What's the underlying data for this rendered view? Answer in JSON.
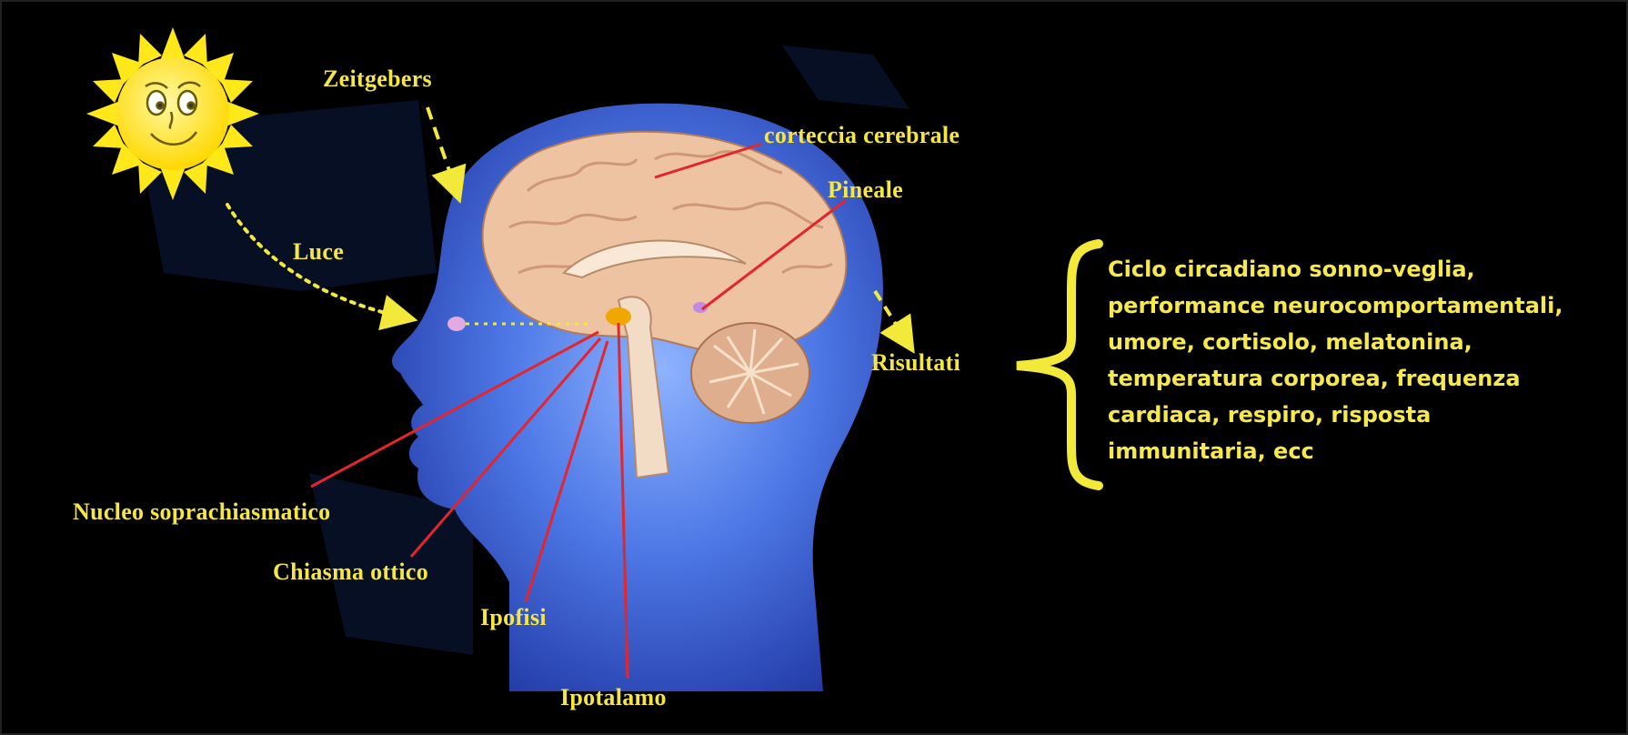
{
  "colors": {
    "background": "#000000",
    "label": "#f5e642",
    "pointer_line": "#e3262d",
    "arrow": "#f2e93a",
    "head": "#3f63d8",
    "brain": "#eec3a2",
    "sun": "#ffe81a"
  },
  "icons": {
    "sun": "smiling-sun-icon",
    "head": "human-head-profile",
    "brain": "brain-sagittal-section"
  },
  "labels": {
    "zeitgebers": "Zeitgebers",
    "luce": "Luce",
    "corteccia": "corteccia cerebrale",
    "pineale": "Pineale",
    "risultati": "Risultati",
    "nucleo": "Nucleo soprachiasmatico",
    "chiasma": "Chiasma ottico",
    "ipofisi": "Ipofisi",
    "ipotalamo": "Ipotalamo"
  },
  "outcomes": {
    "lines": [
      "Ciclo circadiano sonno-veglia,",
      "performance neurocomportamentali,",
      "umore, cortisolo, melatonina,",
      "temperatura  corporea,  frequenza",
      "cardiaca,  respiro, risposta",
      "immunitaria, ecc"
    ]
  }
}
